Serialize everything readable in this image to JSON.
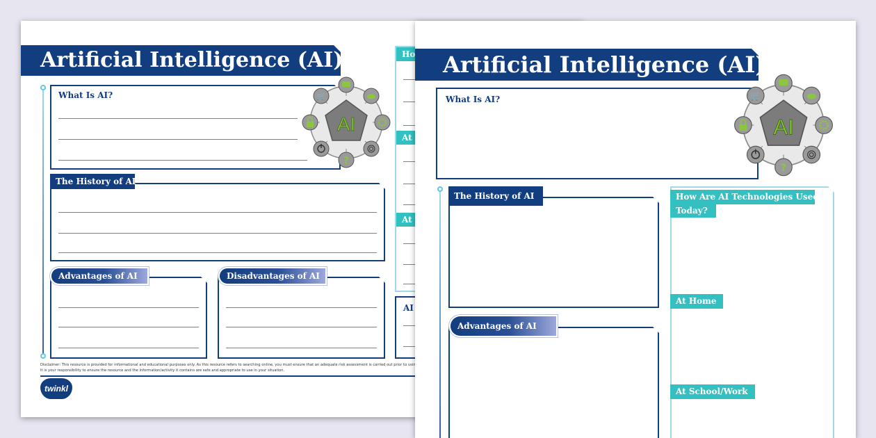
{
  "worksheet": {
    "title": "Artificial Intelligence (AI)",
    "emblem_text": "AI",
    "what_is_ai": "What Is AI?",
    "history": "The History of AI",
    "advantages": "Advantages of AI",
    "disadvantages": "Disadvantages of AI",
    "how_used_line1": "How Are AI Technologies Used",
    "how_used_line2": "Today?",
    "at_home": "At Home",
    "at_school_work": "At School/Work",
    "how_trunc": "How",
    "at_trunc_1": "At I",
    "at_trunc_2": "At S",
    "ai_trunc": "AI",
    "disclaimer_line1": "Disclaimer: This resource is provided for informational and educational purposes only. As this resource refers to searching online, you must ensure that an adequate risk assessment is carried out prior to using this reso",
    "disclaimer_line2": "It is your responsibility to ensure the resource and the information/activity it contains are safe and appropriate to use in your situation.",
    "logo": "twinkl"
  },
  "icons": [
    "shopping-cart-icon",
    "chat-bubble-icon",
    "cloud-icon",
    "gear-icon",
    "fingerprint-icon",
    "question-icon",
    "power-icon",
    "padlock-icon"
  ],
  "colors": {
    "navy": "#123d7e",
    "teal": "#34bfc1",
    "light_teal": "#9fd9ea",
    "accent_green": "#8cc63f"
  }
}
